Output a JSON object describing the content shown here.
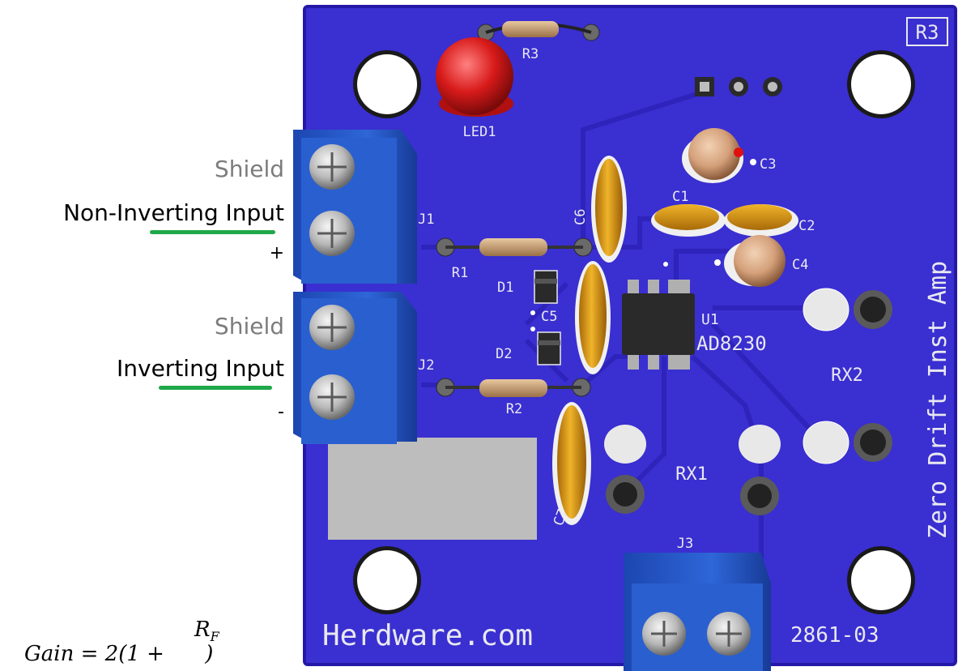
{
  "labels": {
    "shield_top": "Shield",
    "non_inverting": "Non-Inverting Input",
    "plus": "+",
    "shield_bottom": "Shield",
    "inverting": "Inverting Input",
    "minus": "-"
  },
  "board": {
    "revision": "R3",
    "title_vertical": "Zero Drift Inst Amp",
    "brand": "Herdware.com",
    "part_number": "2861-03",
    "chip": "AD8230",
    "refs": {
      "r3": "R3",
      "led1": "LED1",
      "c3": "C3",
      "c1": "C1",
      "c2": "C2",
      "c4": "C4",
      "j1": "J1",
      "j2": "J2",
      "j3": "J3",
      "c6": "C6",
      "r1": "R1",
      "d1": "D1",
      "c5": "C5",
      "d2": "D2",
      "r2": "R2",
      "u1": "U1",
      "rx1": "RX1",
      "rx2": "RX2",
      "c7": "C7"
    }
  },
  "formula": {
    "left": "Gain = 2(1 +",
    "rf": "R",
    "rf_sub": "F",
    "close": ")"
  },
  "colors": {
    "board_blue": "#3a2fd0",
    "board_edge": "#2a22b0",
    "underline_green": "#1fa84a",
    "terminal_blue": "#2558c8",
    "capacitor_orange": "#d99a1a",
    "led_red": "#d01818"
  }
}
